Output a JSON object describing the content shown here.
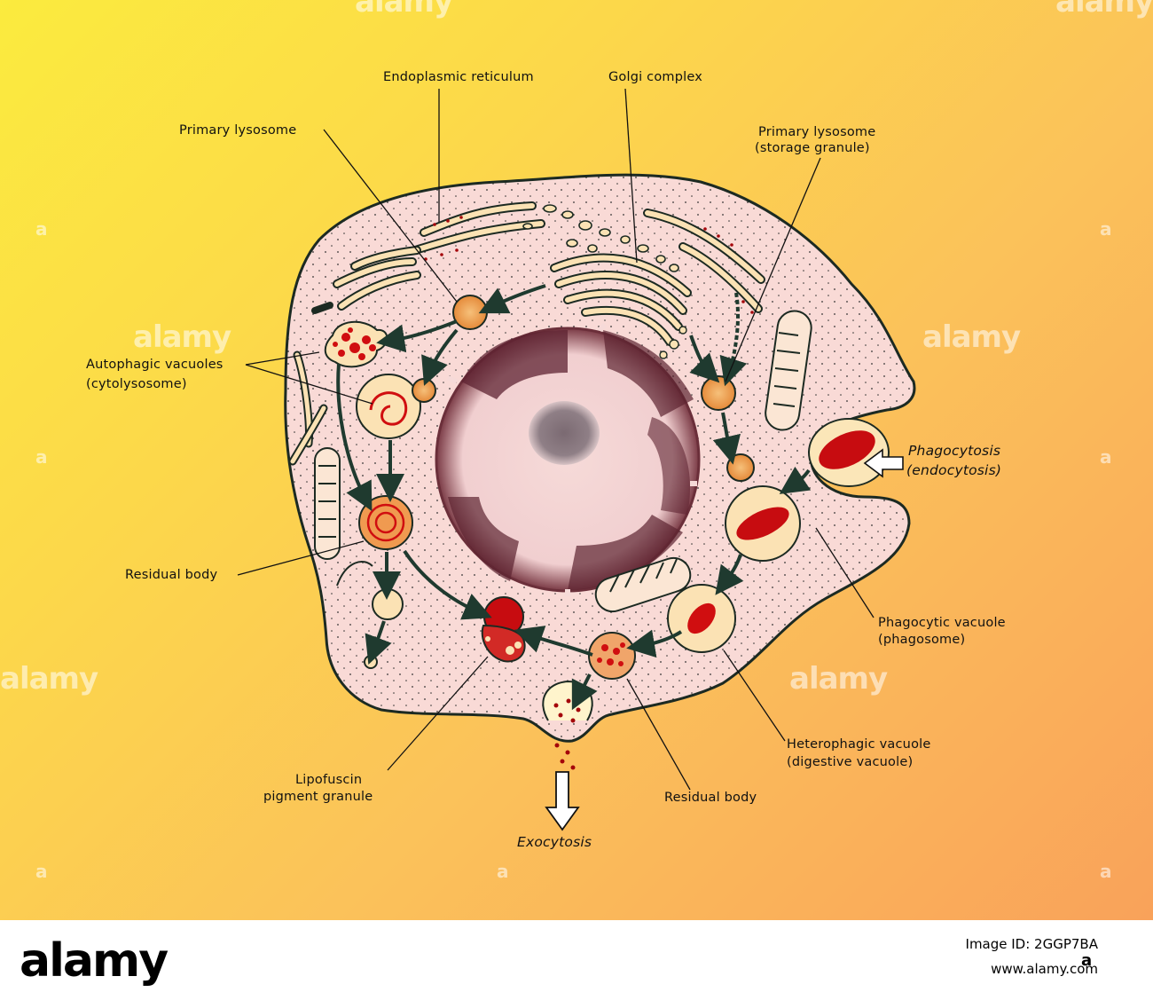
{
  "diagram": {
    "labels": {
      "endoplasmic_reticulum": "Endoplasmic reticulum",
      "golgi_complex": "Golgi complex",
      "primary_lysosome": "Primary lysosome",
      "primary_lysosome_storage_1": "Primary lysosome",
      "primary_lysosome_storage_2": "(storage granule)",
      "autophagic_1": "Autophagic vacuoles",
      "autophagic_2": "(cytolysosome)",
      "phagocytosis_1": "Phagocytosis",
      "phagocytosis_2": "(endocytosis)",
      "residual_body_left": "Residual body",
      "phagocytic_1": "Phagocytic vacuole",
      "phagocytic_2": "(phagosome)",
      "heterophagic_1": "Heterophagic vacuole",
      "heterophagic_2": "(digestive vacuole)",
      "lipofuscin_1": "Lipofuscin",
      "lipofuscin_2": "pigment granule",
      "residual_body_right": "Residual body",
      "exocytosis": "Exocytosis"
    },
    "colors": {
      "cytoplasm": "#f9dad6",
      "membrane": "#1c2a22",
      "organelle_fill": "#fbe2b4",
      "red": "#d00e10",
      "dark_red": "#a4050a",
      "arrow": "#1f3a2f"
    }
  },
  "watermark": {
    "text": "alamy",
    "glyph": "a"
  },
  "footer": {
    "logo": "alamy",
    "image_id": "Image ID: 2GGP7BA",
    "url": "www.alamy.com",
    "corner_glyph": "a"
  }
}
